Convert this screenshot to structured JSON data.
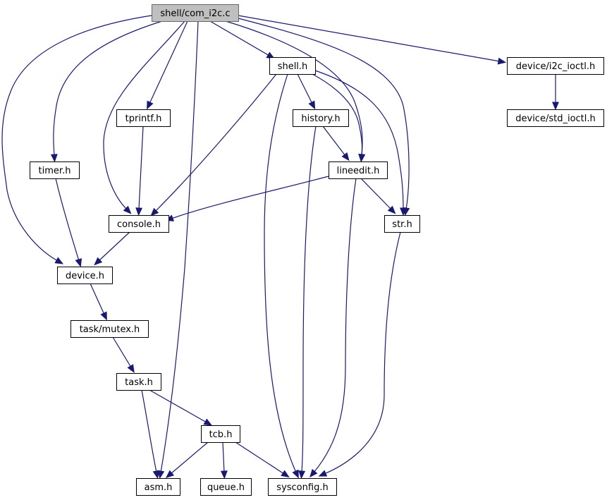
{
  "graph": {
    "nodes": [
      {
        "id": "com_i2c",
        "label": "shell/com_i2c.c",
        "root": true
      },
      {
        "id": "shell",
        "label": "shell.h"
      },
      {
        "id": "i2c_ioctl",
        "label": "device/i2c_ioctl.h"
      },
      {
        "id": "std_ioctl",
        "label": "device/std_ioctl.h"
      },
      {
        "id": "tprintf",
        "label": "tprintf.h"
      },
      {
        "id": "history",
        "label": "history.h"
      },
      {
        "id": "timer",
        "label": "timer.h"
      },
      {
        "id": "lineedit",
        "label": "lineedit.h"
      },
      {
        "id": "console",
        "label": "console.h"
      },
      {
        "id": "str",
        "label": "str.h"
      },
      {
        "id": "device",
        "label": "device.h"
      },
      {
        "id": "mutex",
        "label": "task/mutex.h"
      },
      {
        "id": "task",
        "label": "task.h"
      },
      {
        "id": "tcb",
        "label": "tcb.h"
      },
      {
        "id": "asm",
        "label": "asm.h"
      },
      {
        "id": "queue",
        "label": "queue.h"
      },
      {
        "id": "sysconfig",
        "label": "sysconfig.h"
      }
    ],
    "edges": [
      {
        "from": "com_i2c",
        "to": "shell"
      },
      {
        "from": "com_i2c",
        "to": "i2c_ioctl"
      },
      {
        "from": "com_i2c",
        "to": "tprintf"
      },
      {
        "from": "com_i2c",
        "to": "timer"
      },
      {
        "from": "com_i2c",
        "to": "console"
      },
      {
        "from": "com_i2c",
        "to": "device"
      },
      {
        "from": "com_i2c",
        "to": "asm"
      },
      {
        "from": "com_i2c",
        "to": "lineedit"
      },
      {
        "from": "com_i2c",
        "to": "str"
      },
      {
        "from": "i2c_ioctl",
        "to": "std_ioctl"
      },
      {
        "from": "shell",
        "to": "history"
      },
      {
        "from": "shell",
        "to": "lineedit"
      },
      {
        "from": "shell",
        "to": "console"
      },
      {
        "from": "shell",
        "to": "str"
      },
      {
        "from": "shell",
        "to": "sysconfig"
      },
      {
        "from": "tprintf",
        "to": "console"
      },
      {
        "from": "history",
        "to": "lineedit"
      },
      {
        "from": "history",
        "to": "sysconfig"
      },
      {
        "from": "timer",
        "to": "device"
      },
      {
        "from": "lineedit",
        "to": "console"
      },
      {
        "from": "lineedit",
        "to": "str"
      },
      {
        "from": "lineedit",
        "to": "sysconfig"
      },
      {
        "from": "console",
        "to": "device"
      },
      {
        "from": "str",
        "to": "sysconfig"
      },
      {
        "from": "device",
        "to": "mutex"
      },
      {
        "from": "mutex",
        "to": "task"
      },
      {
        "from": "task",
        "to": "asm"
      },
      {
        "from": "task",
        "to": "tcb"
      },
      {
        "from": "tcb",
        "to": "asm"
      },
      {
        "from": "tcb",
        "to": "queue"
      },
      {
        "from": "tcb",
        "to": "sysconfig"
      }
    ]
  }
}
